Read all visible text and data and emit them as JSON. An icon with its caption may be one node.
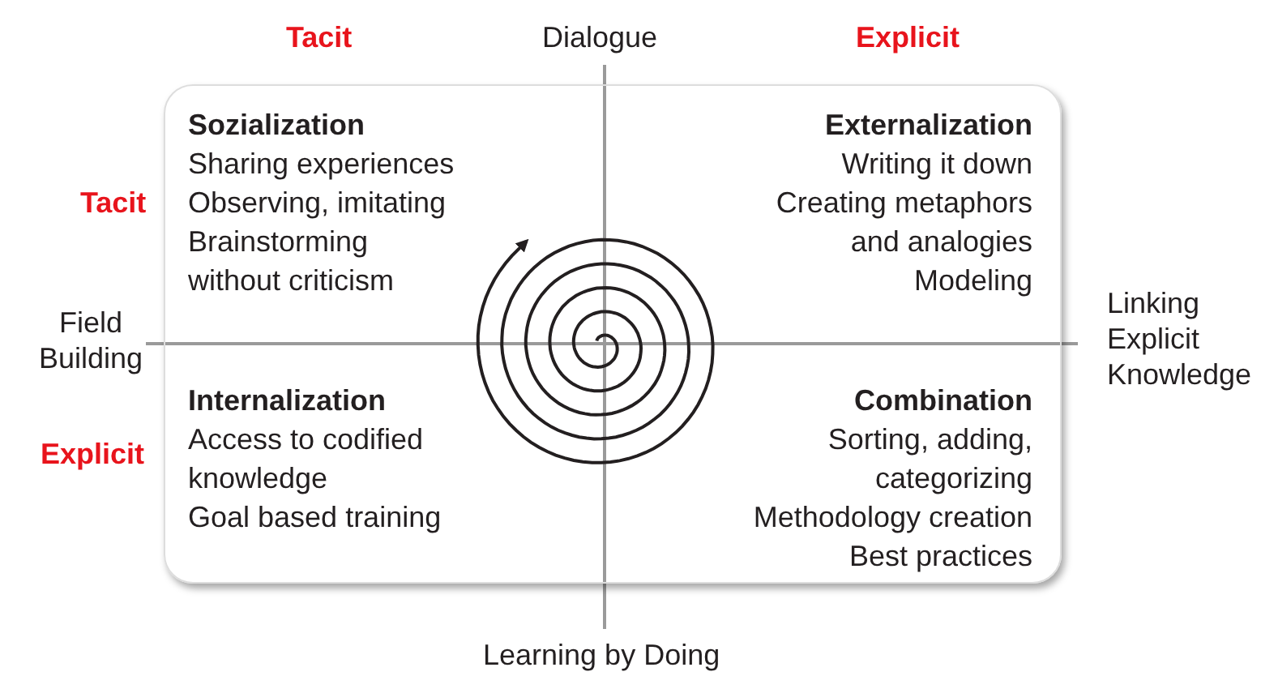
{
  "diagram": {
    "nodes": [
      {
        "text": [],
        "shape": "box"
      },
      {
        "text": [
          "Sozialization",
          "Sharing experiences",
          "Observing, imitating",
          "Brainstorming without criticism"
        ],
        "in": 0
      },
      {
        "text": [
          "Externalization",
          "Writing it down",
          "Creating metaphors and analogies",
          "Modeling"
        ],
        "in": 0
      },
      {
        "text": [
          "Internalization",
          "Access to codified knowledge",
          "Goal based training"
        ],
        "in": 0
      },
      {
        "text": [
          "Combination",
          "Sorting, adding, categorizing",
          "Methodology creation",
          "Best practices"
        ],
        "in": 0
      }
    ],
    "edges": [],
    "labels": [
      "Tacit",
      "Dialogue",
      "Explicit",
      "Tacit",
      "Field Building",
      "Linking Explicit Knowledge",
      "Explicit",
      "Learning by Doing"
    ]
  }
}
